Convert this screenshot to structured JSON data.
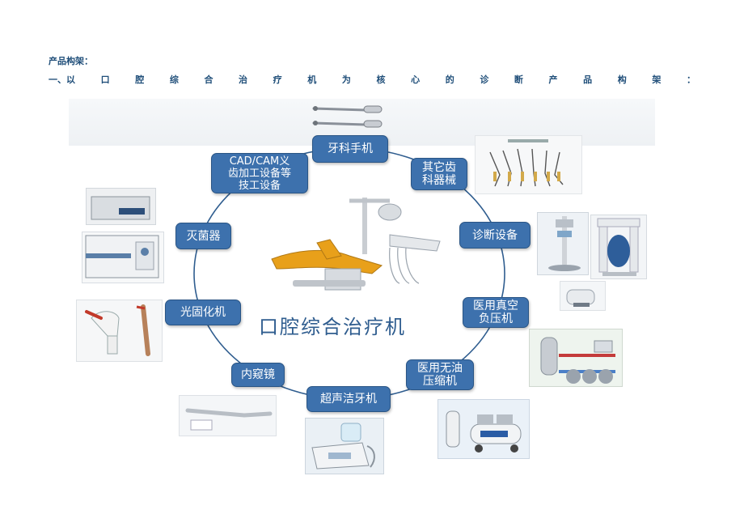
{
  "section_title": "产品构架：",
  "section_subtitle": [
    "一、以",
    "口",
    "腔",
    "综",
    "合",
    "治",
    "疗",
    "机",
    "为",
    "核",
    "心",
    "的",
    "诊",
    "断",
    "产",
    "品",
    "构",
    "架",
    "："
  ],
  "diagram": {
    "center_label": "口腔综合治疗机",
    "nodes": [
      {
        "id": "handpiece",
        "label": "牙科手机"
      },
      {
        "id": "other",
        "label": "其它齿\n科器械"
      },
      {
        "id": "diagnosis",
        "label": "诊断设备"
      },
      {
        "id": "vacuum",
        "label": "医用真空\n负压机"
      },
      {
        "id": "compressor",
        "label": "医用无油\n压缩机"
      },
      {
        "id": "scaler",
        "label": "超声洁牙机"
      },
      {
        "id": "endoscope",
        "label": "内窥镜"
      },
      {
        "id": "curing",
        "label": "光固化机"
      },
      {
        "id": "sterilizer",
        "label": "灭菌器"
      },
      {
        "id": "cadcam",
        "label": "CAD/CAM义\n齿加工设备等\n技工设备"
      }
    ]
  },
  "colors": {
    "node_fill": "#3d71ad",
    "ring": "#2f5d8f",
    "heading": "#1f4e79"
  }
}
